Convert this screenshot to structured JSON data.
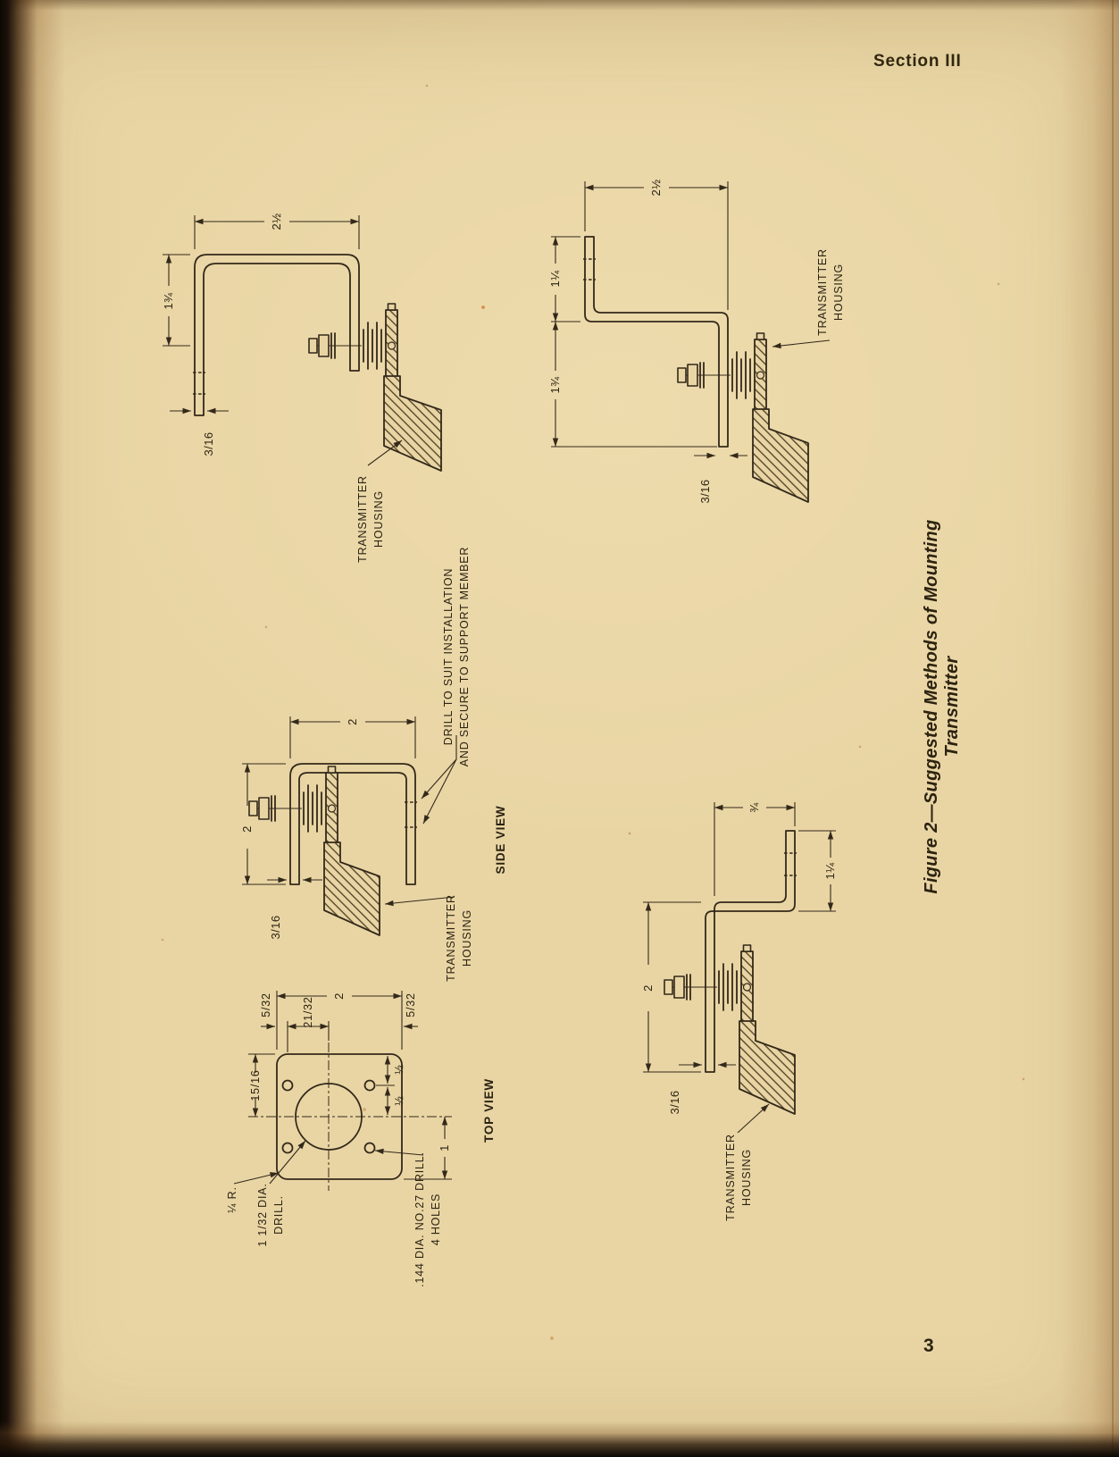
{
  "page": {
    "section_header": "Section III",
    "page_number": "3",
    "figure_caption": "Figure 2—Suggested Methods of Mounting Transmitter"
  },
  "labels": {
    "transmitter": "TRANSMITTER",
    "housing": "HOUSING"
  },
  "diagram_c_bracket_top": {
    "width": "2½",
    "drop": "1¾",
    "stock_thickness": "3/16"
  },
  "diagram_z_bracket_top": {
    "width": "2½",
    "flange_height": "1¼",
    "drop": "1¾",
    "stock_thickness": "3/16"
  },
  "diagram_side_view": {
    "view_title": "SIDE VIEW",
    "width": "2",
    "leg_length": "2",
    "stock_thickness": "3/16",
    "drill_note_line1": "DRILL TO SUIT INSTALLATION",
    "drill_note_line2": "AND SECURE TO SUPPORT MEMBER"
  },
  "diagram_top_view": {
    "view_title": "TOP VIEW",
    "width": "2",
    "hole_offset_center": "21/32",
    "edge_offset_left": "5/32",
    "edge_offset_right": "5/32",
    "row_offset_upper": "½",
    "row_offset_lower": "½",
    "height_to_center": "15/16",
    "height_lower": "1",
    "corner_radius": "¼ R.",
    "center_hole_line1": "1 1/32 DIA.",
    "center_hole_line2": "DRILL.",
    "mount_holes_line1": ".144 DIA. NO.27 DRILL.",
    "mount_holes_line2": "4 HOLES"
  },
  "diagram_z_bracket_bottom": {
    "offset": "¾",
    "flange_height": "1¼",
    "leg_length": "2",
    "stock_thickness": "3/16"
  }
}
